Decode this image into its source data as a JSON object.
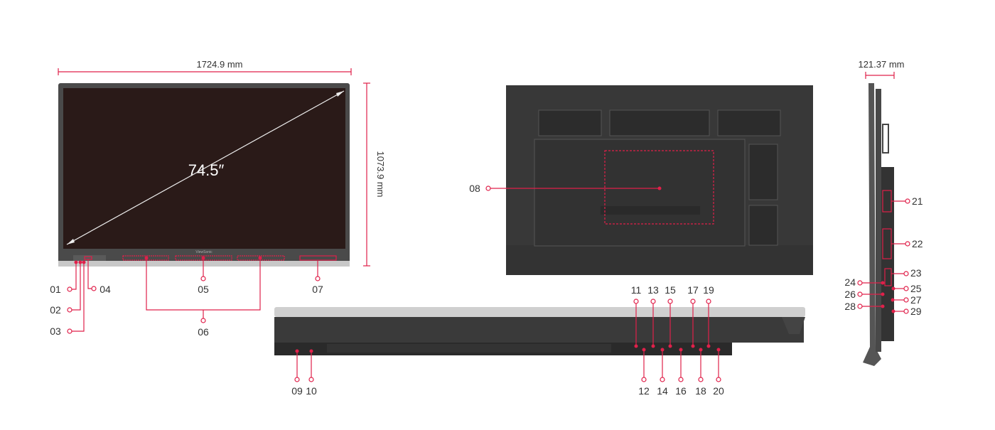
{
  "dimensions": {
    "width": "1724.9 mm",
    "height": "1073.9 mm",
    "depth": "121.37 mm",
    "diagonal": "74.5″"
  },
  "colors": {
    "accent": "#e0204a",
    "chassis": "#3a3a3a",
    "screen": "#2a1a18",
    "trim": "#c8c8c8"
  },
  "brand_logo": "ViewSonic",
  "callouts": {
    "c01": "01",
    "c02": "02",
    "c03": "03",
    "c04": "04",
    "c05": "05",
    "c06": "06",
    "c07": "07",
    "c08": "08",
    "c09": "09",
    "c10": "10",
    "c11": "11",
    "c12": "12",
    "c13": "13",
    "c14": "14",
    "c15": "15",
    "c16": "16",
    "c17": "17",
    "c18": "18",
    "c19": "19",
    "c20": "20",
    "c21": "21",
    "c22": "22",
    "c23": "23",
    "c24": "24",
    "c25": "25",
    "c26": "26",
    "c27": "27",
    "c28": "28",
    "c29": "29"
  }
}
